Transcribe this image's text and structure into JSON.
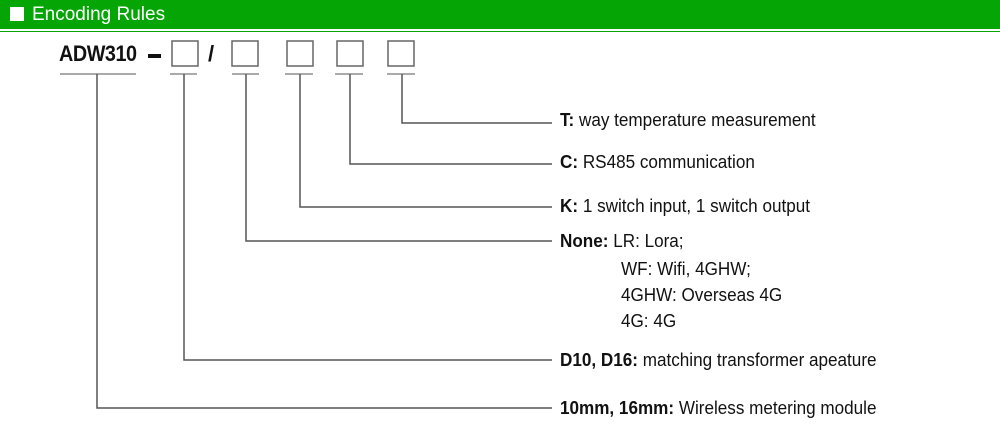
{
  "header": {
    "title": "Encoding Rules",
    "icon": "square-icon"
  },
  "code": {
    "prefix": "ADW310",
    "separator": "/"
  },
  "rows": [
    {
      "key": "T:",
      "desc": "way temperature measurement"
    },
    {
      "key": "C:",
      "desc": "RS485 communication"
    },
    {
      "key": "K:",
      "desc": "1 switch input, 1 switch output"
    },
    {
      "key": "None:",
      "desc": "LR: Lora;",
      "extra": [
        "WF: Wifi, 4GHW;",
        "4GHW: Overseas 4G",
        "4G: 4G"
      ]
    },
    {
      "key": "D10, D16:",
      "desc": "matching transformer apeature"
    },
    {
      "key": "10mm, 16mm:",
      "desc": "Wireless metering module"
    }
  ],
  "colors": {
    "header": "#05a505",
    "line": "#555555"
  }
}
